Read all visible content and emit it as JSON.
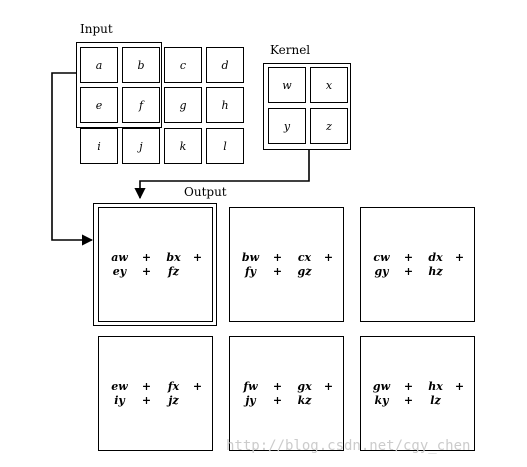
{
  "input": {
    "title": "Input",
    "cells": [
      [
        "a",
        "b",
        "c",
        "d"
      ],
      [
        "e",
        "f",
        "g",
        "h"
      ],
      [
        "i",
        "j",
        "k",
        "l"
      ]
    ]
  },
  "kernel": {
    "title": "Kernel",
    "cells": [
      [
        "w",
        "x"
      ],
      [
        "y",
        "z"
      ]
    ]
  },
  "output": {
    "title": "Output",
    "boxes": [
      [
        [
          "aw",
          "+",
          "bx",
          "+"
        ],
        [
          "ey",
          "+",
          "fz",
          ""
        ]
      ],
      [
        [
          "bw",
          "+",
          "cx",
          "+"
        ],
        [
          "fy",
          "+",
          "gz",
          ""
        ]
      ],
      [
        [
          "cw",
          "+",
          "dx",
          "+"
        ],
        [
          "gy",
          "+",
          "hz",
          ""
        ]
      ],
      [
        [
          "ew",
          "+",
          "fx",
          "+"
        ],
        [
          "iy",
          "+",
          "jz",
          ""
        ]
      ],
      [
        [
          "fw",
          "+",
          "gx",
          "+"
        ],
        [
          "jy",
          "+",
          "kz",
          ""
        ]
      ],
      [
        [
          "gw",
          "+",
          "hx",
          "+"
        ],
        [
          "ky",
          "+",
          "lz",
          ""
        ]
      ]
    ]
  },
  "watermark": "http://blog.csdn.net/cgy_chen"
}
